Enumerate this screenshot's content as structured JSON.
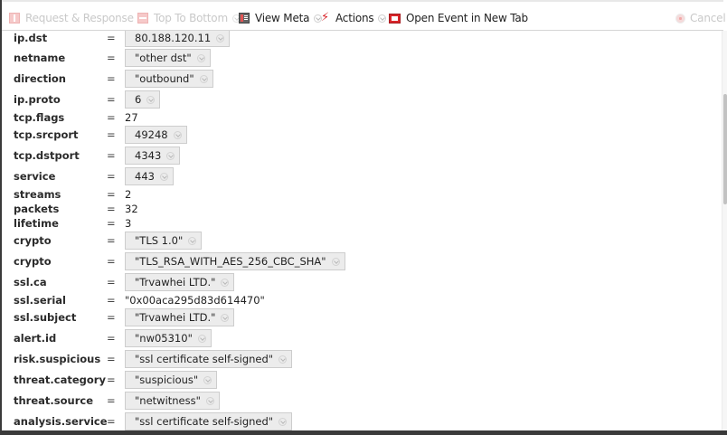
{
  "toolbar": {
    "items": [
      {
        "label": "Request & Response",
        "icon": "request-response-icon",
        "state": "disabled",
        "has_dropdown": true
      },
      {
        "label": "Top To Bottom",
        "icon": "top-to-bottom-icon",
        "state": "disabled",
        "has_dropdown": true
      },
      {
        "label": "View Meta",
        "icon": "view-meta-icon",
        "state": "enabled",
        "has_dropdown": true
      },
      {
        "label": "Actions",
        "icon": "lightning-bolt-icon",
        "state": "enabled",
        "has_dropdown": true
      },
      {
        "label": "Open Event in New Tab",
        "icon": "new-tab-icon",
        "state": "enabled",
        "has_dropdown": false
      }
    ],
    "cancel_label": "Cancel",
    "bolt_glyph": "⚡"
  },
  "meta": {
    "rows": [
      {
        "key": "ip.dst",
        "eq": "=",
        "value": "80.188.120.11",
        "boxed": true
      },
      {
        "key": "netname",
        "eq": "=",
        "value": "\"other dst\"",
        "boxed": true
      },
      {
        "key": "direction",
        "eq": "=",
        "value": "\"outbound\"",
        "boxed": true
      },
      {
        "key": "ip.proto",
        "eq": "=",
        "value": "6",
        "boxed": true
      },
      {
        "key": "tcp.flags",
        "eq": "=",
        "value": "27",
        "boxed": false
      },
      {
        "key": "tcp.srcport",
        "eq": "=",
        "value": "49248",
        "boxed": true
      },
      {
        "key": "tcp.dstport",
        "eq": "=",
        "value": "4343",
        "boxed": true
      },
      {
        "key": "service",
        "eq": "=",
        "value": "443",
        "boxed": true
      },
      {
        "key": "streams",
        "eq": "=",
        "value": "2",
        "boxed": false
      },
      {
        "key": "packets",
        "eq": "=",
        "value": "32",
        "boxed": false
      },
      {
        "key": "lifetime",
        "eq": "=",
        "value": "3",
        "boxed": false
      },
      {
        "key": "crypto",
        "eq": "=",
        "value": "\"TLS 1.0\"",
        "boxed": true
      },
      {
        "key": "crypto",
        "eq": "=",
        "value": "\"TLS_RSA_WITH_AES_256_CBC_SHA\"",
        "boxed": true
      },
      {
        "key": "ssl.ca",
        "eq": "=",
        "value": "\"Trvawhei LTD.\"",
        "boxed": true
      },
      {
        "key": "ssl.serial",
        "eq": "=",
        "value": "\"0x00aca295d83d614470\"",
        "boxed": false
      },
      {
        "key": "ssl.subject",
        "eq": "=",
        "value": "\"Trvawhei LTD.\"",
        "boxed": true
      },
      {
        "key": "alert.id",
        "eq": "=",
        "value": "\"nw05310\"",
        "boxed": true
      },
      {
        "key": "risk.suspicious",
        "eq": "=",
        "value": "\"ssl certificate self-signed\"",
        "boxed": true
      },
      {
        "key": "threat.category",
        "eq": "=",
        "value": "\"suspicious\"",
        "boxed": true
      },
      {
        "key": "threat.source",
        "eq": "=",
        "value": "\"netwitness\"",
        "boxed": true
      },
      {
        "key": "analysis.service",
        "eq": "=",
        "value": "\"ssl certificate self-signed\"",
        "boxed": true
      }
    ]
  },
  "colors": {
    "accent_red": "#d9262b",
    "value_box_bg": "#ececec",
    "value_box_border": "#cdcdcd",
    "disabled_text": "#c9c9c9"
  }
}
